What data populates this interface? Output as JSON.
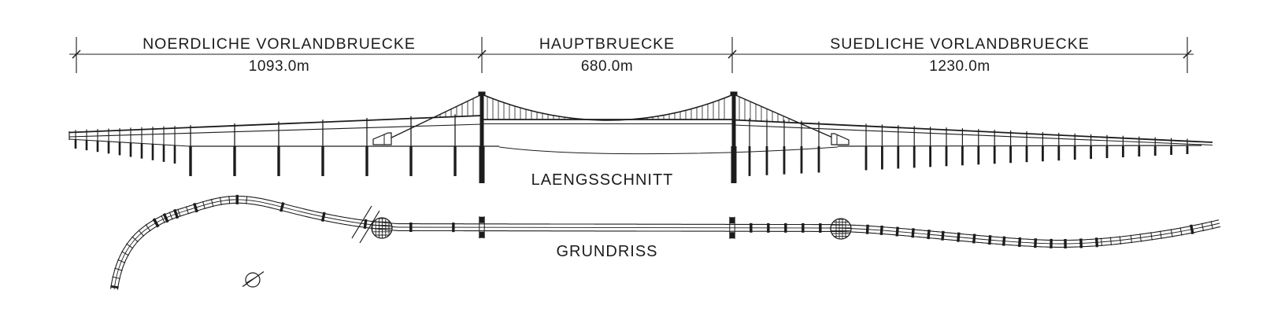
{
  "ink_color": "#1c1c1c",
  "dimension_bar": {
    "spans": [
      {
        "label": "NOERDLICHE VORLANDBRUECKE",
        "value": "1093.0m"
      },
      {
        "label": "HAUPTBRUECKE",
        "value": "680.0m"
      },
      {
        "label": "SUEDLICHE VORLANDBRUECKE",
        "value": "1230.0m"
      }
    ]
  },
  "views": {
    "elevation_label": "LAENGSSCHNITT",
    "plan_label": "GRUNDRISS"
  }
}
